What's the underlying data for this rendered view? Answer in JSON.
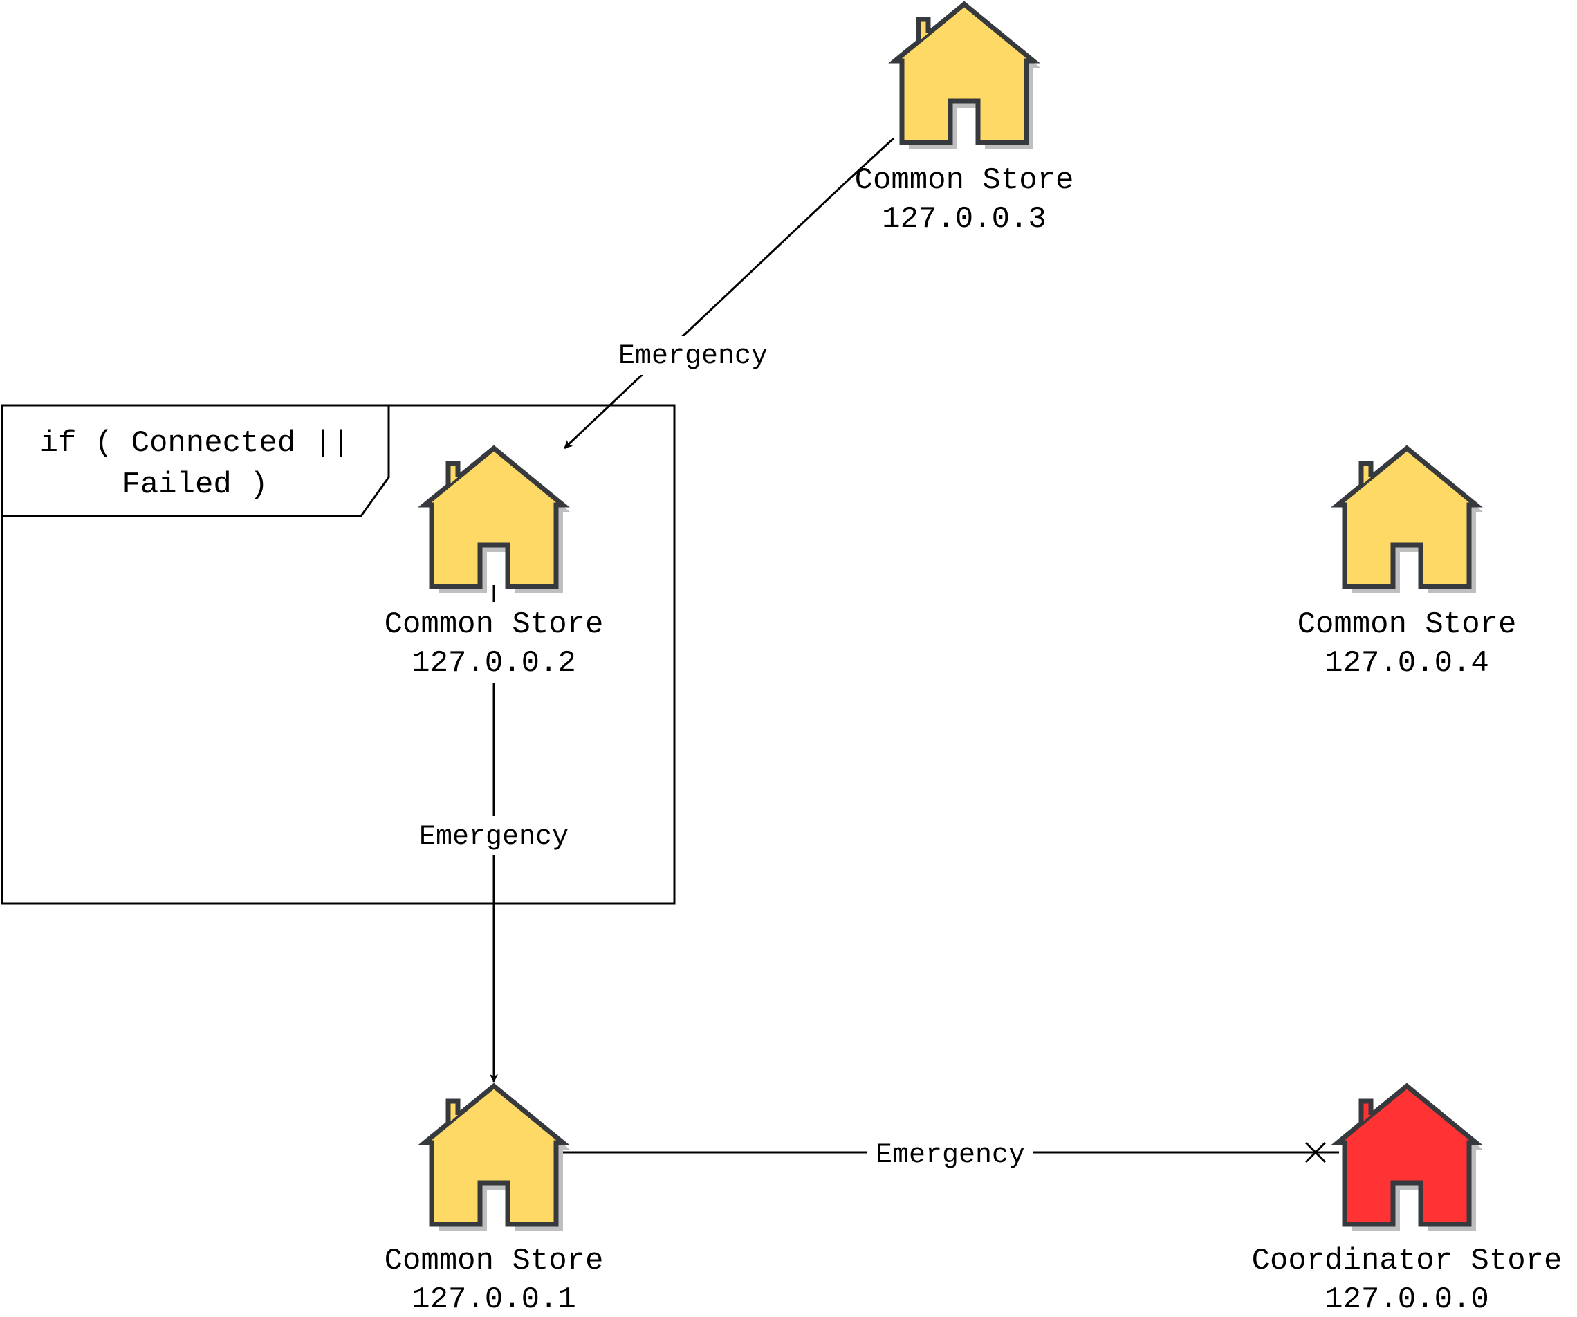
{
  "colors": {
    "common_store_fill": "#FFD966",
    "coordinator_store_fill": "#FF3333",
    "house_stroke": "#36393D",
    "shadow": "#BFBFBF",
    "edge": "#000000"
  },
  "frame": {
    "label_line1": "if ( Connected ||",
    "label_line2": "Failed )"
  },
  "nodes": {
    "store3": {
      "name": "Common Store",
      "ip": "127.0.0.3",
      "icon": "house-icon"
    },
    "store2": {
      "name": "Common Store",
      "ip": "127.0.0.2",
      "icon": "house-icon"
    },
    "store4": {
      "name": "Common Store",
      "ip": "127.0.0.4",
      "icon": "house-icon"
    },
    "store1": {
      "name": "Common Store",
      "ip": "127.0.0.1",
      "icon": "house-icon"
    },
    "coordinator": {
      "name": "Coordinator Store",
      "ip": "127.0.0.0",
      "icon": "house-icon"
    }
  },
  "edges": {
    "e3_to_2": {
      "from": "127.0.0.3",
      "to": "127.0.0.2",
      "label": "Emergency",
      "end": "arrow"
    },
    "e2_to_1": {
      "from": "127.0.0.2",
      "to": "127.0.0.1",
      "label": "Emergency",
      "end": "arrow"
    },
    "e1_to_0": {
      "from": "127.0.0.1",
      "to": "127.0.0.0",
      "label": "Emergency",
      "end": "cross"
    }
  }
}
